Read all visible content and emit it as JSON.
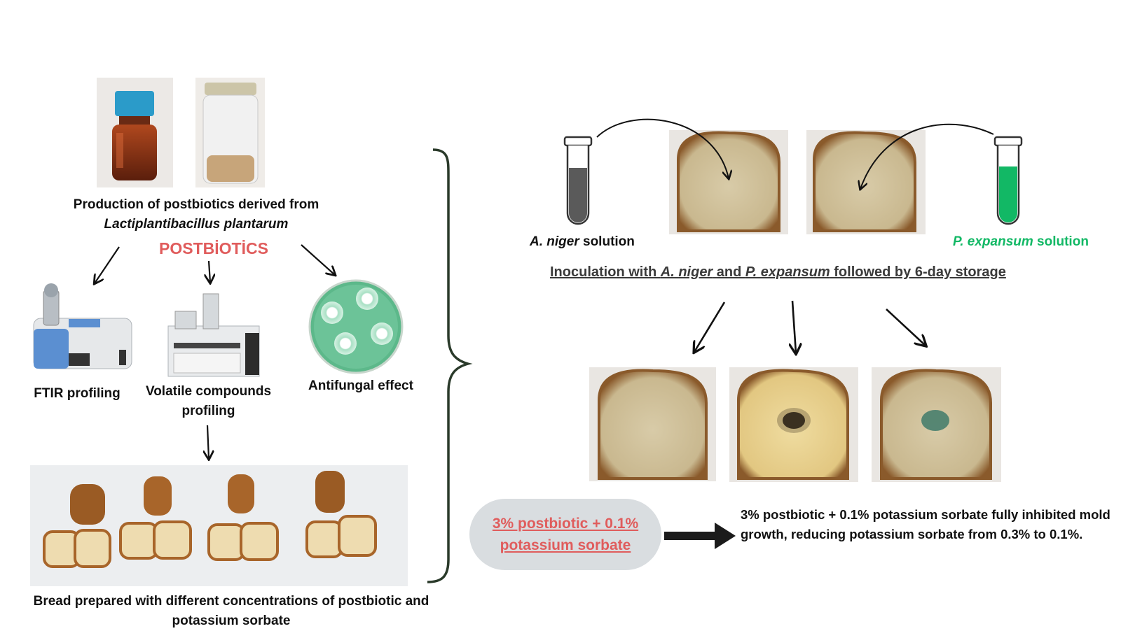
{
  "left": {
    "production_line1": "Production of postbiotics derived from",
    "production_line2": "Lactiplantibacillus plantarum",
    "postbiotics_label": "POSTBİOTİCS",
    "ftir_label": "FTIR profiling",
    "volatile_line1": "Volatile compounds",
    "volatile_line2": "profiling",
    "antifungal_label": "Antifungal effect",
    "bread_line1": "Bread prepared with different concentrations of postbiotic and",
    "bread_line2": "potassium sorbate"
  },
  "right": {
    "aniger_italic": "A. niger",
    "aniger_rest": " solution",
    "pexp_italic": "P. expansum",
    "pexp_rest": " solution",
    "inoc_1": "Inoculation with ",
    "inoc_2": "A. niger",
    "inoc_3": " and ",
    "inoc_4": "P. expansum",
    "inoc_5": " followed by 6-day storage",
    "pill_line1": "3% postbiotic + 0.1%",
    "pill_line2": "potassium sorbate",
    "result_text": "3% postbiotic + 0.1% potassium sorbate fully inhibited mold growth, reducing potassium sorbate from 0.3% to 0.1%."
  },
  "colors": {
    "postbiotics_red": "#e05c5c",
    "p_expansum_green": "#12b865",
    "a_niger_tube": "#5a5a5a",
    "pill_bg": "#d9dde0"
  }
}
